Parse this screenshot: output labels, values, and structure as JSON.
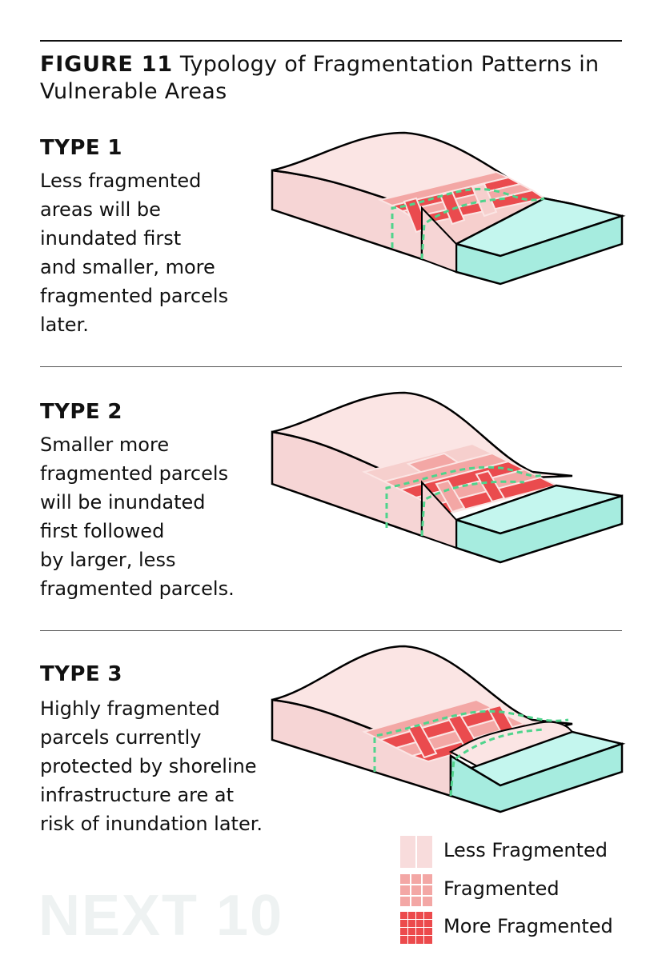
{
  "figure": {
    "number": "FIGURE 11",
    "title": " Typology of Fragmentation Patterns  in Vulnerable Areas"
  },
  "types": [
    {
      "heading": "TYPE 1",
      "description": "Less fragmented\nareas will be\ninundated first\nand smaller, more\nfragmented parcels\nlater."
    },
    {
      "heading": "TYPE 2",
      "description": "Smaller more\nfragmented parcels\nwill be inundated\nfirst followed\nby larger, less\nfragmented parcels."
    },
    {
      "heading": "TYPE 3",
      "description": "Highly fragmented\nparcels currently\nprotected by shoreline\ninfrastructure are at\nrisk of inundation later."
    }
  ],
  "legend": [
    {
      "label": "Less Fragmented",
      "color": "#f8dcdc"
    },
    {
      "label": "Fragmented",
      "color": "#f3a7a5"
    },
    {
      "label": "More Fragmented",
      "color": "#ec4a4c"
    }
  ],
  "colors": {
    "land_top": "#fbe5e4",
    "land_side": "#f6d5d5",
    "water_top": "#c4f6ee",
    "water_side": "#a6ecdf",
    "inundation_line": "#4fd48c",
    "parcel_light": "#f6cfcd",
    "parcel_mid": "#f3a7a5",
    "parcel_dark": "#ea4b4e"
  },
  "watermark": "NEXT 10"
}
